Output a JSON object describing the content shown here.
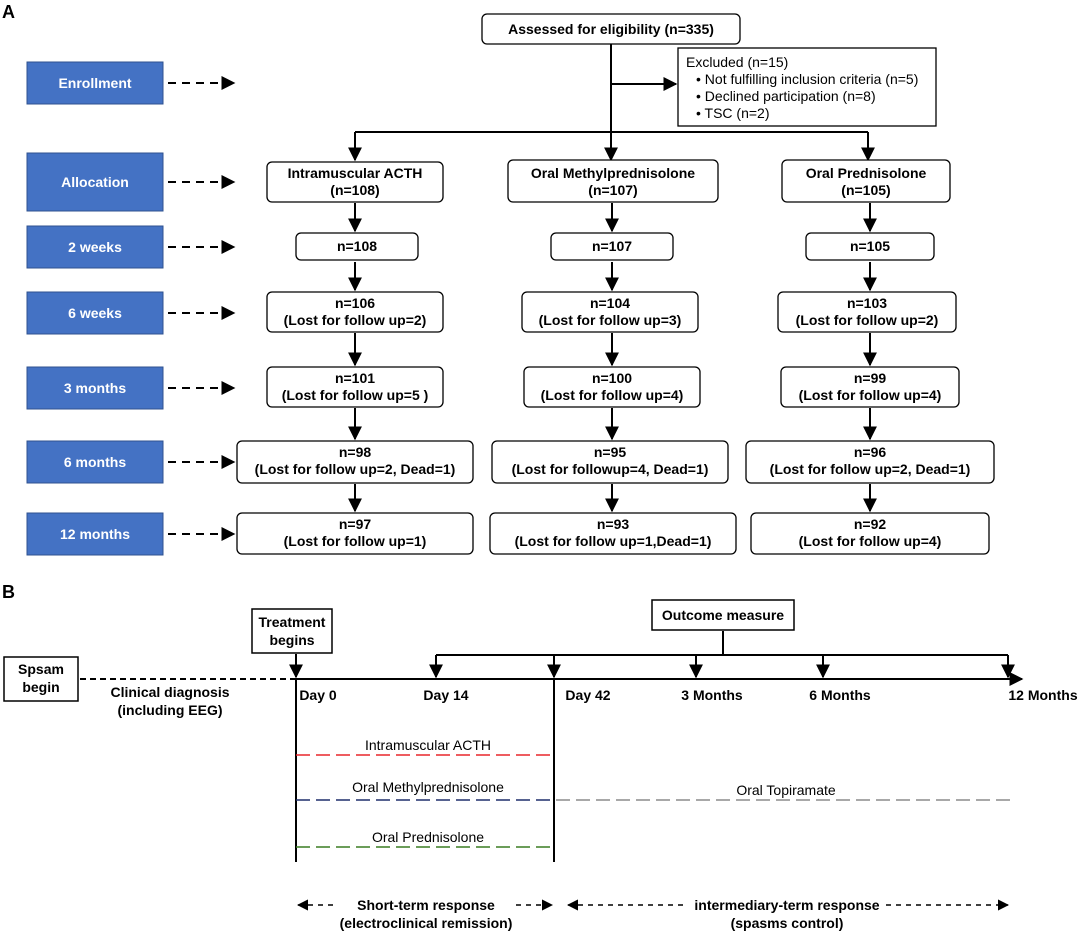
{
  "panel_a": {
    "label": "A",
    "stages": [
      "Enrollment",
      "Allocation",
      "2 weeks",
      "6 weeks",
      "3 months",
      "6 months",
      "12 months"
    ],
    "assessed": "Assessed for eligibility (n=335)",
    "excluded": {
      "title": "Excluded (n=15)",
      "items": [
        "• Not fulfilling inclusion criteria (n=5)",
        "• Declined participation (n=8)",
        "• TSC (n=2)"
      ]
    },
    "arms": [
      {
        "name": "Intramuscular ACTH",
        "n": "(n=108)",
        "w2": "n=108",
        "w6": [
          "n=106",
          "(Lost for follow up=2)"
        ],
        "m3": [
          "n=101",
          "(Lost for follow up=5 )"
        ],
        "m6": [
          "n=98",
          "(Lost for follow up=2, Dead=1)"
        ],
        "m12": [
          "n=97",
          "(Lost for follow up=1)"
        ]
      },
      {
        "name": "Oral Methylprednisolone",
        "n": "(n=107)",
        "w2": "n=107",
        "w6": [
          "n=104",
          "(Lost for follow up=3)"
        ],
        "m3": [
          "n=100",
          "(Lost for follow up=4)"
        ],
        "m6": [
          "n=95",
          "(Lost for followup=4, Dead=1)"
        ],
        "m12": [
          "n=93",
          "(Lost for follow up=1,Dead=1)"
        ]
      },
      {
        "name": "Oral Prednisolone",
        "n": "(n=105)",
        "w2": "n=105",
        "w6": [
          "n=103",
          "(Lost for follow up=2)"
        ],
        "m3": [
          "n=99",
          "(Lost for follow up=4)"
        ],
        "m6": [
          "n=96",
          "(Lost for follow up=2, Dead=1)"
        ],
        "m12": [
          "n=92",
          "(Lost for follow up=4)"
        ]
      }
    ]
  },
  "panel_b": {
    "label": "B",
    "spasm_begin": [
      "Spsam",
      "begin"
    ],
    "clinical_diagnosis": [
      "Clinical  diagnosis",
      "(including EEG)"
    ],
    "treatment_begins": [
      "Treatment",
      "begins"
    ],
    "outcome_measure": "Outcome measure",
    "timepoints": [
      "Day 0",
      "Day 14",
      "Day 42",
      "3 Months",
      "6 Months",
      "12 Months"
    ],
    "treatments": [
      {
        "name": "Intramuscular ACTH",
        "color": "#e8262b"
      },
      {
        "name": "Oral Methylprednisolone",
        "color": "#1f2f6b"
      },
      {
        "name": "Oral Prednisolone",
        "color": "#3a7d22"
      }
    ],
    "maintenance": {
      "name": "Oral Topiramate",
      "color": "#8c8c8c"
    },
    "short_term": [
      "Short-term response",
      "(electroclinical remission)"
    ],
    "intermediate_term": [
      "intermediary-term response",
      "(spasms control)"
    ]
  },
  "colors": {
    "stage_fill": "#4472c4",
    "stage_stroke": "#2f528f"
  }
}
